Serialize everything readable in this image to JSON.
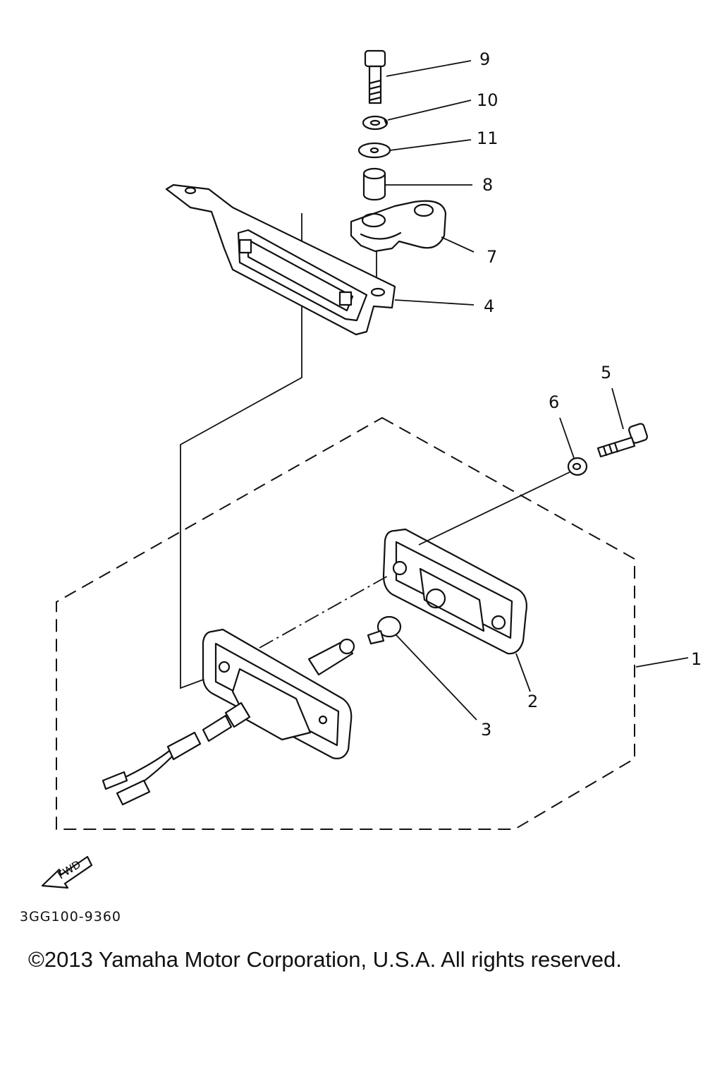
{
  "callouts": [
    {
      "id": "9",
      "label": "9"
    },
    {
      "id": "10",
      "label": "10"
    },
    {
      "id": "11",
      "label": "11"
    },
    {
      "id": "8",
      "label": "8"
    },
    {
      "id": "7",
      "label": "7"
    },
    {
      "id": "4",
      "label": "4"
    },
    {
      "id": "5",
      "label": "5"
    },
    {
      "id": "6",
      "label": "6"
    },
    {
      "id": "1",
      "label": "1"
    },
    {
      "id": "2",
      "label": "2"
    },
    {
      "id": "3",
      "label": "3"
    }
  ],
  "direction_badge": "FWD",
  "diagram_code": "3GG100-9360",
  "copyright": "©2013 Yamaha Motor Corporation, U.S.A. All rights reserved."
}
